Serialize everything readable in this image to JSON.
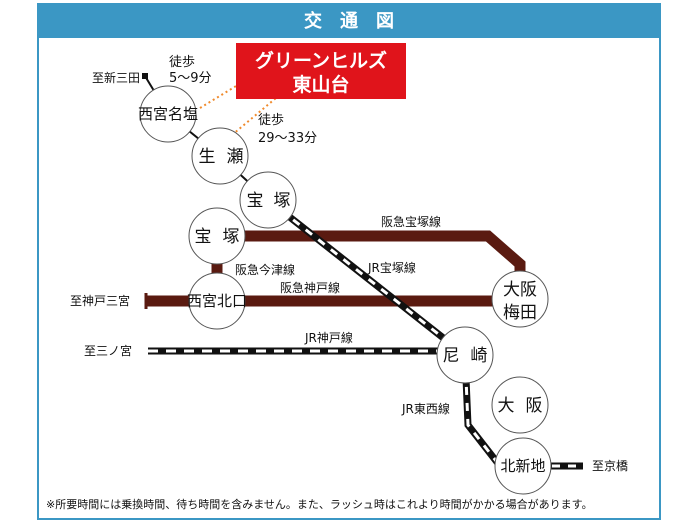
{
  "header": {
    "title": "交　通　図"
  },
  "destination": {
    "line1": "グリーンヒルズ",
    "line2": "東山台",
    "color": "#e0141b"
  },
  "walk": {
    "nishinomiya_najio": {
      "label": "徒歩",
      "time": "5〜9分"
    },
    "namaze": {
      "label": "徒歩",
      "time": "29〜33分"
    }
  },
  "stations": {
    "nishinomiya_najio": "西宮名塩",
    "namaze_line1": "生",
    "namaze_line2": "瀬",
    "takarazuka_jr_line1": "宝",
    "takarazuka_jr_line2": "塚",
    "takarazuka_hankyu_line1": "宝",
    "takarazuka_hankyu_line2": "塚",
    "nishinomiya_kitaguchi": "西宮北口",
    "osaka_umeda_line1": "大阪",
    "osaka_umeda_line2": "梅田",
    "amagasaki_line1": "尼",
    "amagasaki_line2": "崎",
    "osaka_line1": "大",
    "osaka_line2": "阪",
    "kitashinchi": "北新地"
  },
  "lines": {
    "hankyu_takarazuka": "阪急宝塚線",
    "hankyu_imazu": "阪急今津線",
    "hankyu_kobe": "阪急神戸線",
    "jr_takarazuka": "JR宝塚線",
    "jr_kobe": "JR神戸線",
    "jr_tozai": "JR東西線"
  },
  "directions": {
    "shin_sanda": "至新三田",
    "kobe_sannomiya": "至神戸三宮",
    "sannomiya": "至三ノ宮",
    "kyobashi": "至京橋"
  },
  "colors": {
    "hankyu": "#5a1a10",
    "jr": "#111111",
    "frame": "#3b97c4",
    "walk_dots": "#f08a2c"
  },
  "footnote": "※所要時間には乗換時間、待ち時間を含みません。また、ラッシュ時はこれより時間がかかる場合があります。"
}
